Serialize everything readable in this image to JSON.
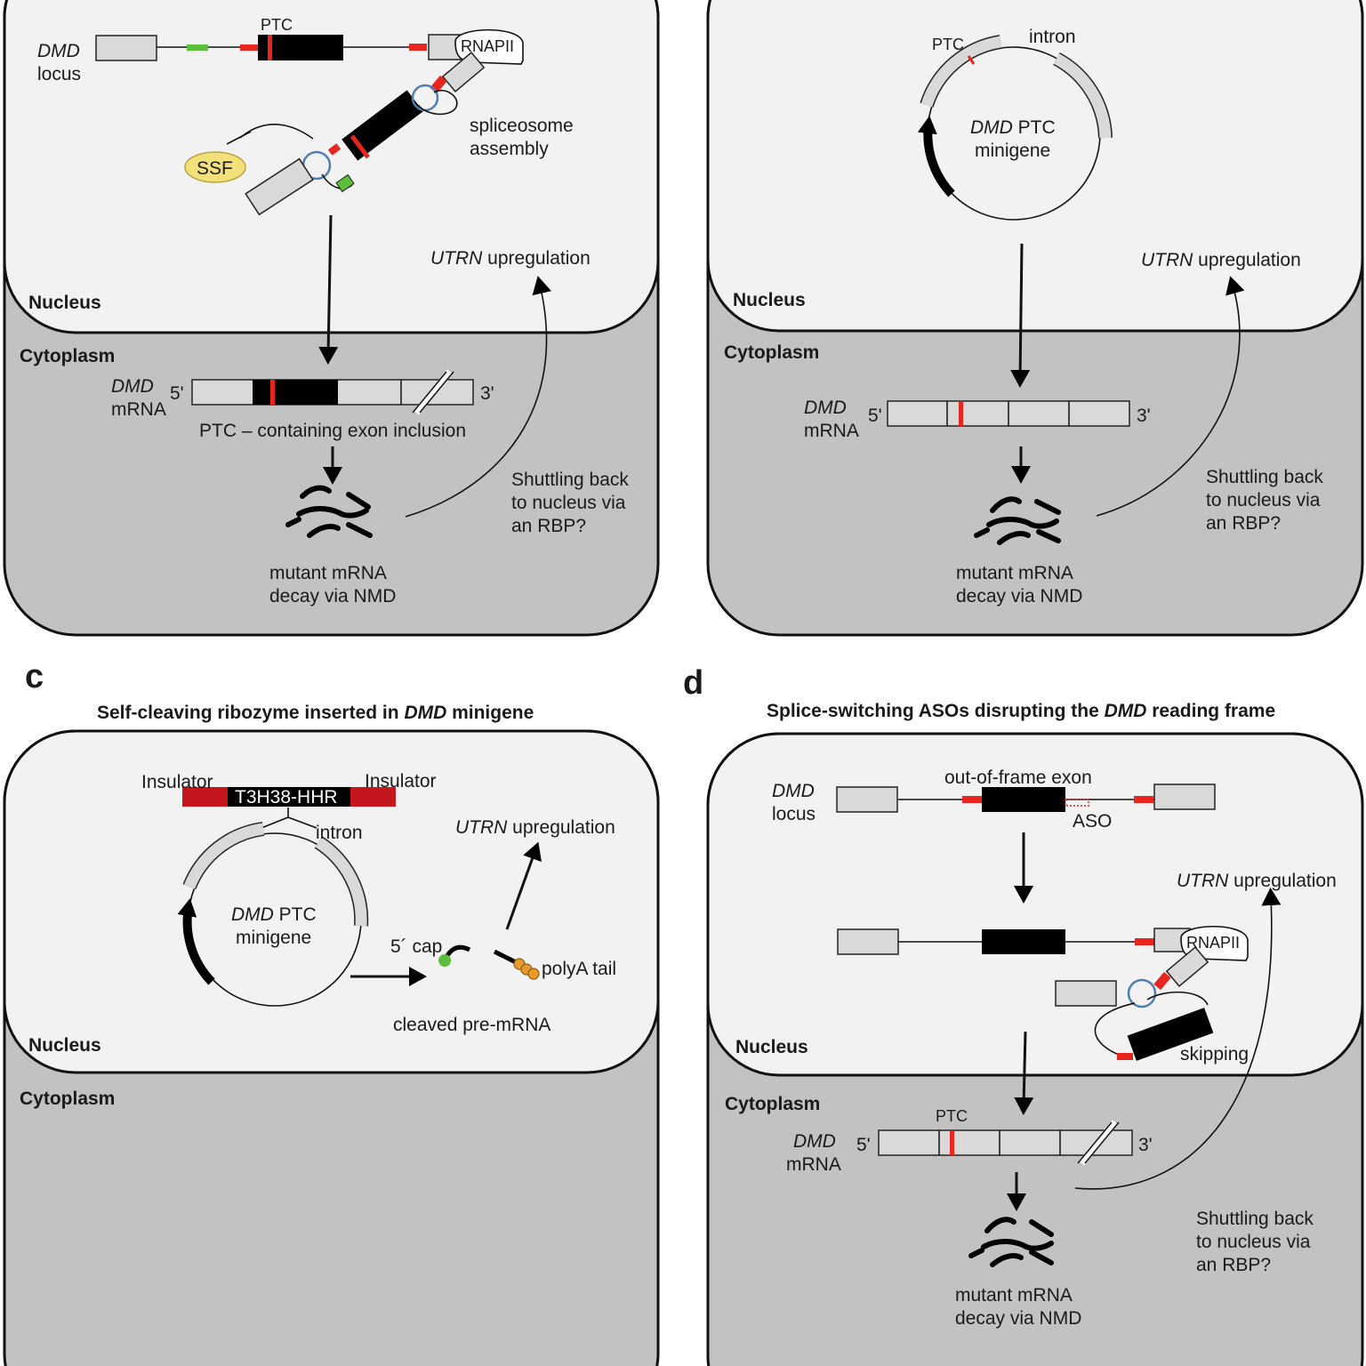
{
  "panel_letters": {
    "c": "c",
    "d": "d"
  },
  "panel_c_title": {
    "pre": "Self-cleaving ribozyme inserted in ",
    "gene": "DMD",
    "post": " minigene"
  },
  "panel_d_title": {
    "pre": "Splice-switching ASOs disrupting the ",
    "gene": "DMD",
    "post": " reading frame"
  },
  "common": {
    "nucleus": "Nucleus",
    "cytoplasm": "Cytoplasm",
    "utrn_gene": "UTRN",
    "utrn_rest": " upregulation",
    "dmd": "DMD",
    "mrna": "mRNA",
    "five_prime": "5'",
    "three_prime": "3'",
    "decay1": "mutant mRNA",
    "decay2": "decay via NMD",
    "shuttle1": "Shuttling back",
    "shuttle2": "to nucleus via",
    "shuttle3": "an RBP?",
    "ptc": "PTC",
    "intron": "intron",
    "rnapii": "RNAPII",
    "locus": "locus",
    "minigene_gene": "DMD",
    "minigene_ptc": " PTC",
    "minigene": "minigene"
  },
  "panel_a": {
    "ssf": "SSF",
    "spliceosome1": "spliceosome",
    "spliceosome2": "assembly",
    "inclusion": "PTC – containing exon inclusion"
  },
  "panel_c": {
    "insulator": "Insulator",
    "ribozyme": "T3H38-HHR",
    "cap": "5´ cap",
    "polya": "polyA tail",
    "cleaved": "cleaved pre-mRNA"
  },
  "panel_d": {
    "oof_exon": "out-of-frame exon",
    "aso": "ASO",
    "skipping": "skipping"
  },
  "colors": {
    "nucleus": "#f2f2f2",
    "cytoplasm": "#c2c2c2",
    "ptc_red": "#e8251f",
    "ssf_yellow": "#f3e07a",
    "insulator_red": "#c4161c",
    "green": "#5bbf3c",
    "polya_orange": "#e89a2a",
    "spliceosome_blue": "#4f7fb0"
  }
}
